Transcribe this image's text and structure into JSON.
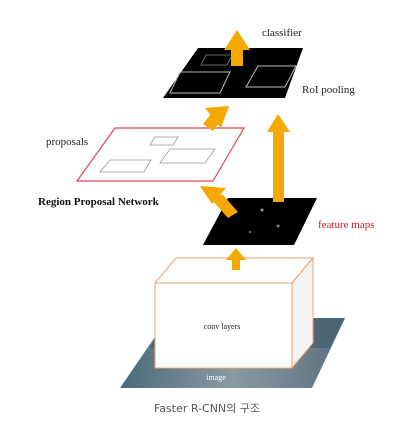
{
  "diagram": {
    "labels": {
      "classifier": "classifier",
      "roi_pooling": "RoI pooling",
      "proposals": "proposals",
      "rpn": "Region Proposal Network",
      "feature_maps": "feature maps",
      "conv_layers": "conv layers",
      "image": "image"
    },
    "caption": "Faster R-CNN의 구조"
  },
  "colors": {
    "arrow": "#f5a800",
    "proposal_border": "#e0455a",
    "feature_map_label": "#d0202a",
    "conv_box_border": "#f0a070",
    "map_fill": "#000000"
  }
}
